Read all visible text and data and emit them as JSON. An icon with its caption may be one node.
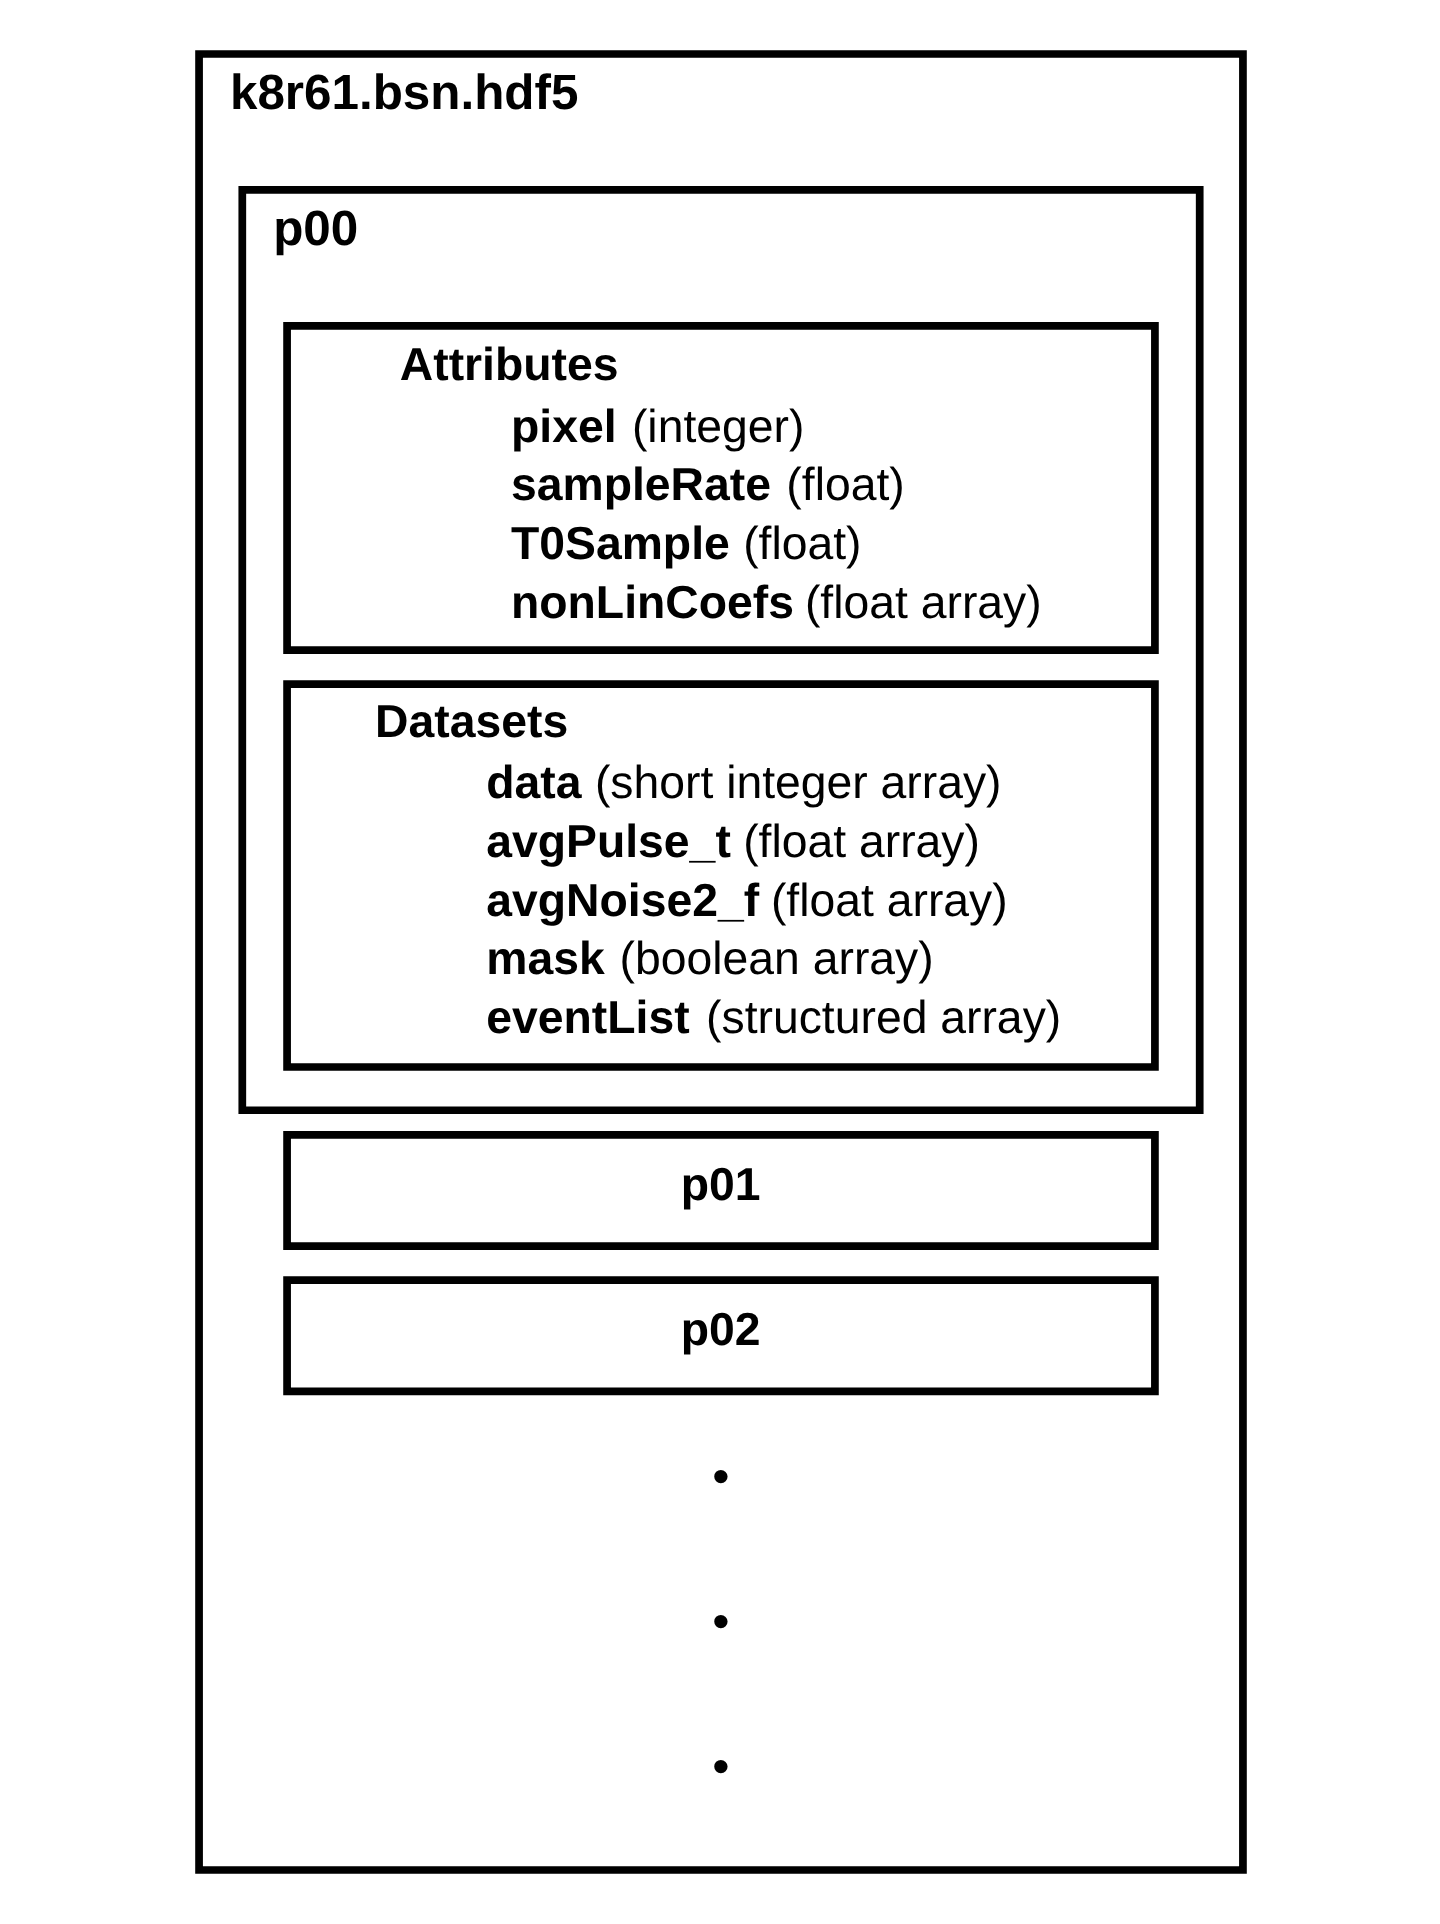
{
  "diagram": {
    "nodes": [
      {
        "text": [
          "k8r61.bsn.hdf5"
        ]
      },
      {
        "text": [
          "p00"
        ],
        "in": 0
      },
      {
        "text": [
          "Attributes",
          "**pixel** (integer)",
          "**sampleRate** (float)",
          "**T0Sample** (float)",
          "**nonLinCoefs** (float array)"
        ],
        "in": 1
      },
      {
        "text": [
          "Datasets",
          "**data** (short integer array)",
          "**avgPulse_t** (float array)",
          "**avgNoise2_f** (float array)",
          "**mask** (boolean array)",
          "**eventList** (structured array)"
        ],
        "in": 1
      },
      {
        "text": [
          "p01"
        ],
        "in": 0
      },
      {
        "text": [
          "p02"
        ],
        "in": 0
      }
    ],
    "edges": [],
    "labels": [
      "•",
      "•",
      "•"
    ]
  }
}
